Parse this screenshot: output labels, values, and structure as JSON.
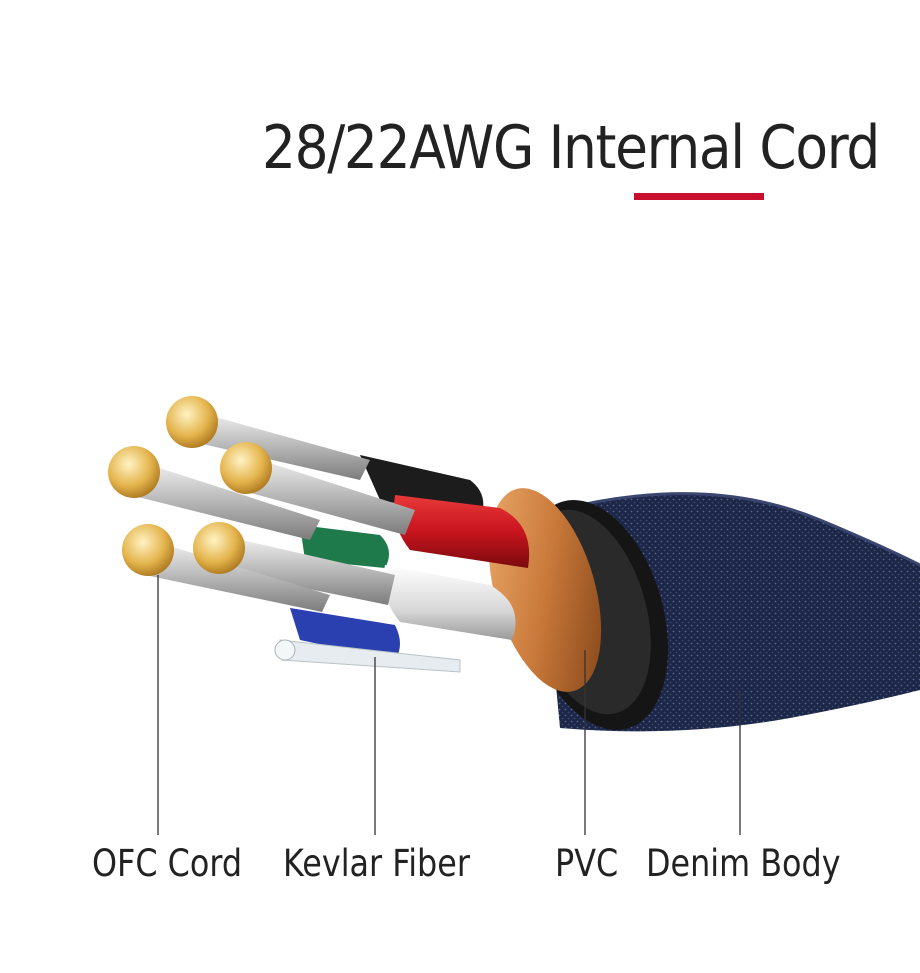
{
  "heading": {
    "text": "28/22AWG Internal Cord",
    "underline_color": "#c8102e"
  },
  "callouts": [
    {
      "label": "OFC Cord"
    },
    {
      "label": "Kevlar Fiber"
    },
    {
      "label": "PVC"
    },
    {
      "label": "Denim Body"
    }
  ],
  "colors": {
    "denim": "#1f2a4a",
    "pvc": "#111111",
    "shield": "#c9793a",
    "red_wire": "#c8141e",
    "white_wire": "#d9d9d9",
    "green_wire": "#1e7a4a",
    "blue_wire": "#2a3fb0",
    "copper_strands": "#e8c46a"
  }
}
